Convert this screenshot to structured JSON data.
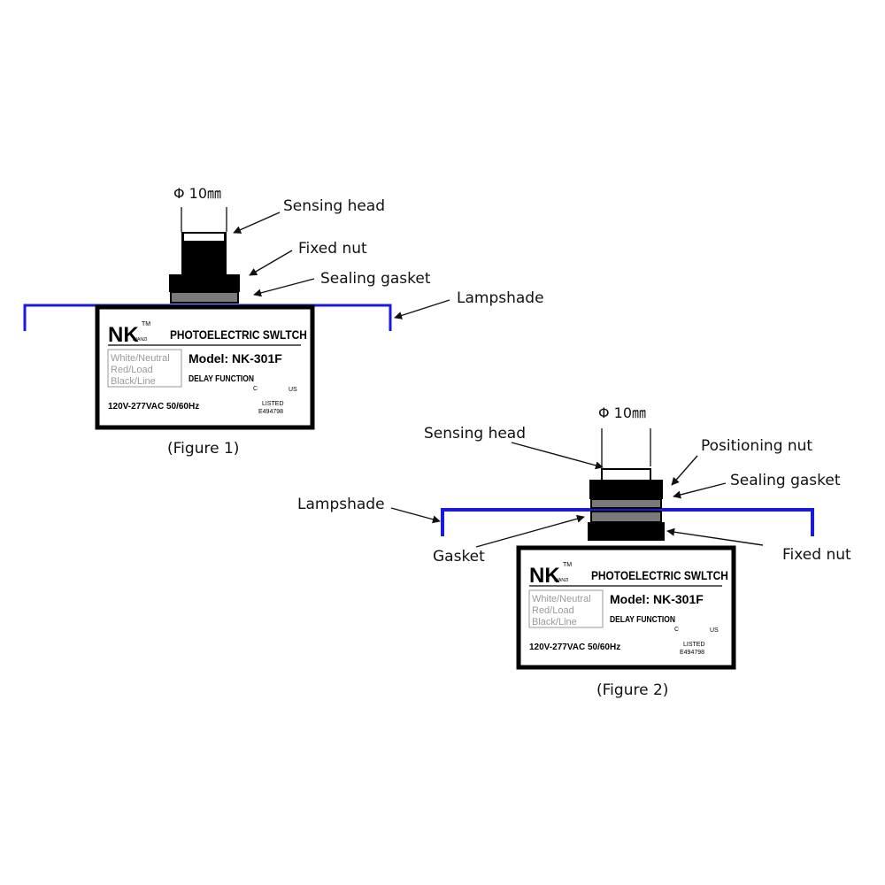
{
  "colors": {
    "lampshade": "#1a1adf",
    "ink": "#000000",
    "gasket": "#7a7a7a",
    "wire_text": "#9a9a9a"
  },
  "figure1": {
    "dimension": "Φ 10㎜",
    "callouts": {
      "sensing_head": "Sensing head",
      "fixed_nut": "Fixed nut",
      "sealing_gasket": "Sealing gasket",
      "lampshade": "Lampshade"
    },
    "caption": "(Figure 1)"
  },
  "figure2": {
    "dimension": "Φ 10㎜",
    "callouts": {
      "sensing_head": "Sensing head",
      "positioning_nut": "Positioning nut",
      "sealing_gasket": "Sealing gasket",
      "lampshade": "Lampshade",
      "gasket": "Gasket",
      "fixed_nut": "Fixed nut"
    },
    "caption": "(Figure 2)"
  },
  "device_label": {
    "logo": "NK",
    "tm": "TM",
    "brand_sub": "DIANZI",
    "title": "PHOTOELECTRIC SWLTCH",
    "wires": [
      "White/Neutral",
      "Red/Load",
      "Black/Line"
    ],
    "model": "Model:  NK-301F",
    "function": "DELAY FUNCTION",
    "cert_c": "C",
    "cert_us": "US",
    "voltage": "120V-277VAC 50/60Hz",
    "listed": "LISTED",
    "file_no": "E494798"
  }
}
